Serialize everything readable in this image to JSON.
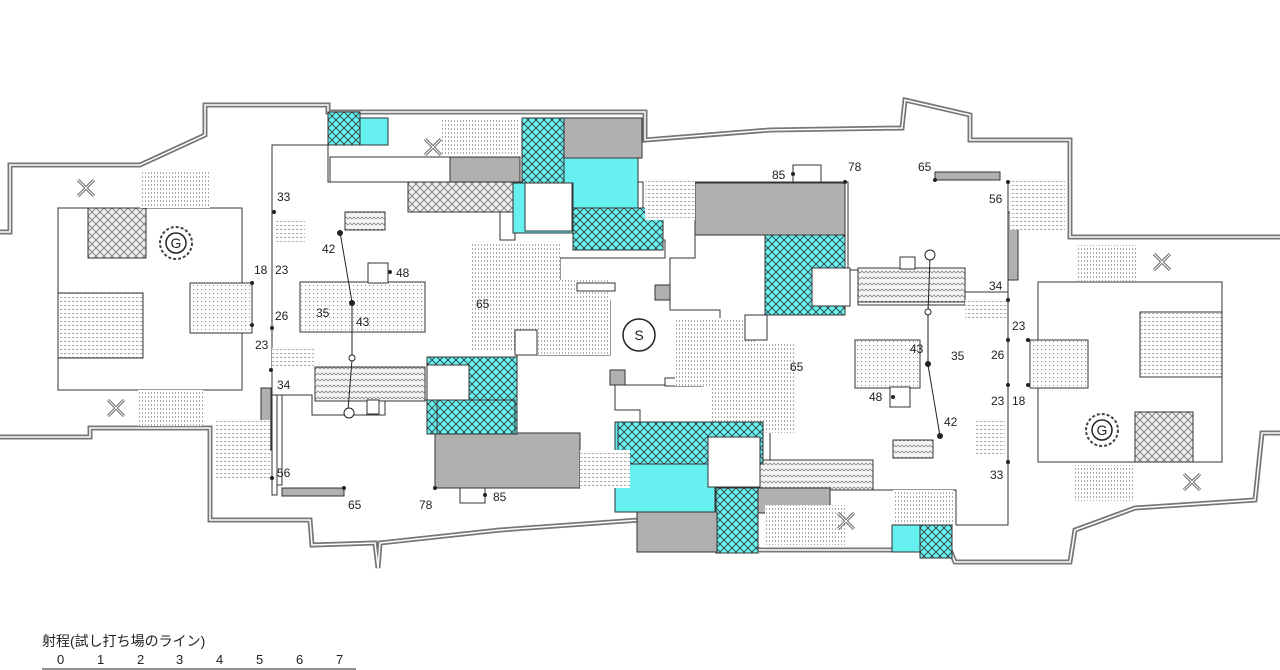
{
  "spawn_label": "S",
  "goal_label": "G",
  "range_labels": {
    "left": [
      "33",
      "18",
      "23",
      "26",
      "23",
      "34",
      "56",
      "65",
      "78",
      "85",
      "42",
      "43",
      "35",
      "48",
      "65"
    ],
    "right": [
      "85",
      "78",
      "65",
      "56",
      "34",
      "23",
      "26",
      "23",
      "18",
      "33",
      "42",
      "43",
      "35",
      "48",
      "65"
    ]
  },
  "legend": {
    "title": "射程(試し打ち場のライン)",
    "ticks": [
      "0",
      "1",
      "2",
      "3",
      "4",
      "5",
      "6",
      "7"
    ]
  },
  "colors": {
    "water": "#66f0f0",
    "block": "#b0b0b0",
    "wall": "#888888",
    "line": "#222222"
  },
  "icons": [
    "x-mark-icon",
    "goal-icon",
    "spawn-icon"
  ]
}
